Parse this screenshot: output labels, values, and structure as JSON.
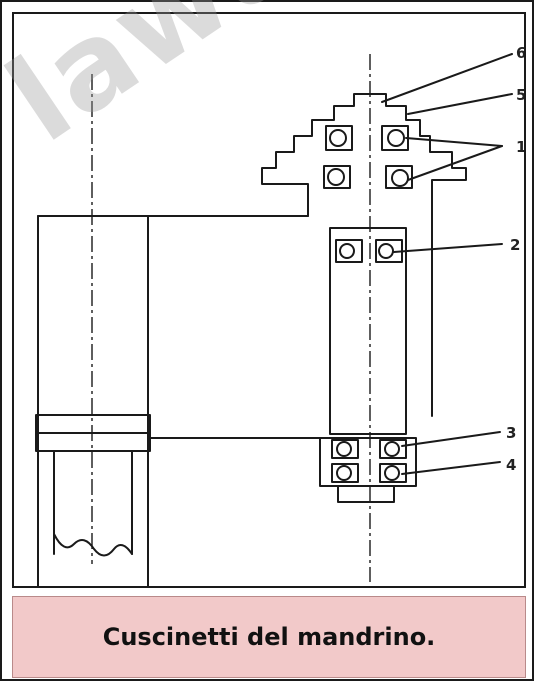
{
  "colors": {
    "caption_bg": "#f2c9c9",
    "line": "#1a1a1a"
  },
  "watermark_text": "laway",
  "labels": {
    "l6": "6",
    "l5": "5",
    "l1": "1",
    "l2": "2",
    "l3": "3",
    "l4": "4"
  },
  "caption": "Cuscinetti del mandrino."
}
